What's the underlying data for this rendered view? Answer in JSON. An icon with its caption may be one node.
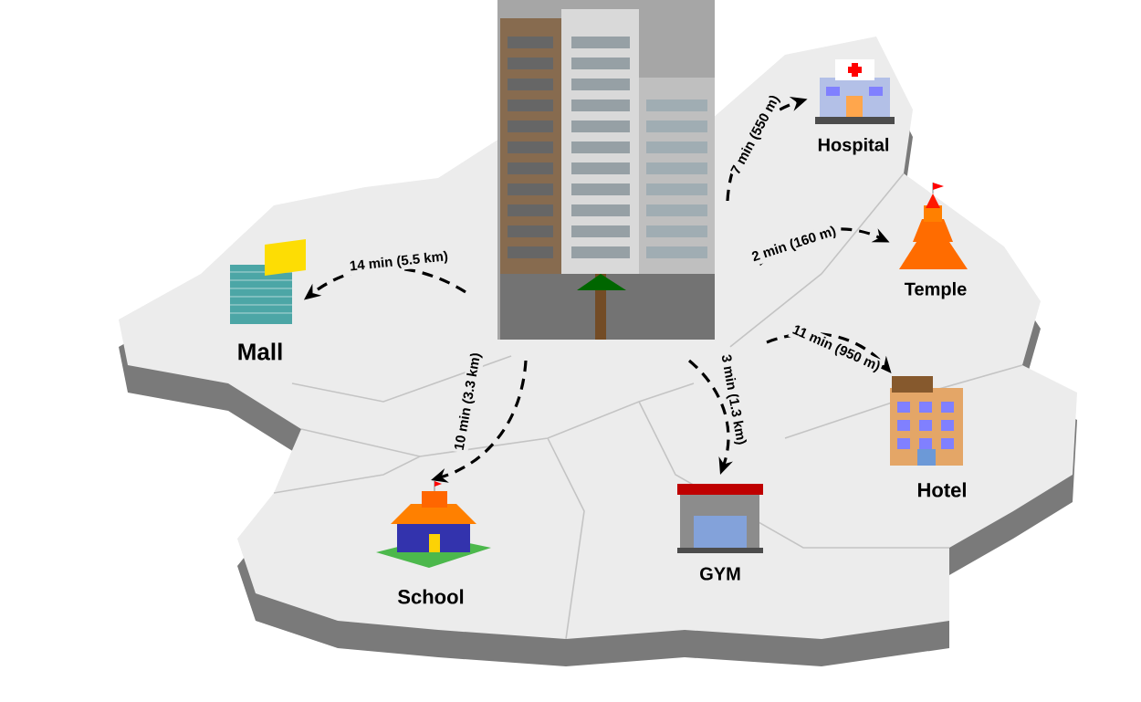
{
  "diagram": {
    "nodes": [
      {
        "text": [],
        "shape": "picture"
      },
      {
        "text": [
          "Hospital"
        ]
      },
      {
        "text": [
          "Temple"
        ]
      },
      {
        "text": [
          "Hotel"
        ]
      },
      {
        "text": [
          "GYM"
        ]
      },
      {
        "text": [
          "School"
        ]
      },
      {
        "text": [
          "Mall"
        ]
      }
    ],
    "edges": [
      {
        "from": 0,
        "to": 1,
        "arrow": "to",
        "style": "dashed",
        "label": "7 min (550 m)"
      },
      {
        "from": 0,
        "to": 2,
        "arrow": "to",
        "style": "dashed",
        "label": "2 min (160 m)"
      },
      {
        "from": 0,
        "to": 3,
        "arrow": "to",
        "style": "dashed",
        "label": "11 min (950 m)"
      },
      {
        "from": 0,
        "to": 4,
        "arrow": "to",
        "style": "dashed",
        "label": "3 min (1.3 km)"
      },
      {
        "from": 0,
        "to": 5,
        "arrow": "to",
        "style": "dashed",
        "label": "10 min (3.3 km)"
      },
      {
        "from": 0,
        "to": 6,
        "arrow": "to",
        "style": "dashed",
        "label": "14 min (5.5 km)"
      }
    ]
  }
}
